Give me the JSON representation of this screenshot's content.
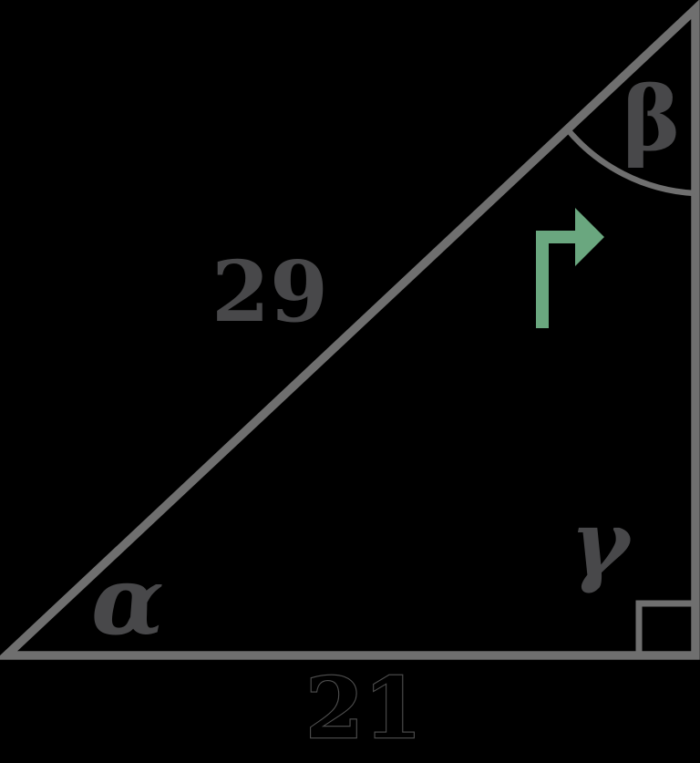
{
  "figure": {
    "type": "right-triangle-diagram",
    "background_color": "#000000",
    "line_color": "#6F6F6F",
    "label_color": "#48484A",
    "base_outline_color": "#4F4F4F",
    "arrow_color": "#6AA77F",
    "labels": {
      "hypotenuse": "29",
      "base": "21",
      "alpha": "α",
      "beta": "β",
      "gamma": "γ"
    },
    "features": {
      "right_angle_marker": "bottom-right",
      "angle_arc": "beta",
      "icon": "turn-right-arrow"
    }
  }
}
